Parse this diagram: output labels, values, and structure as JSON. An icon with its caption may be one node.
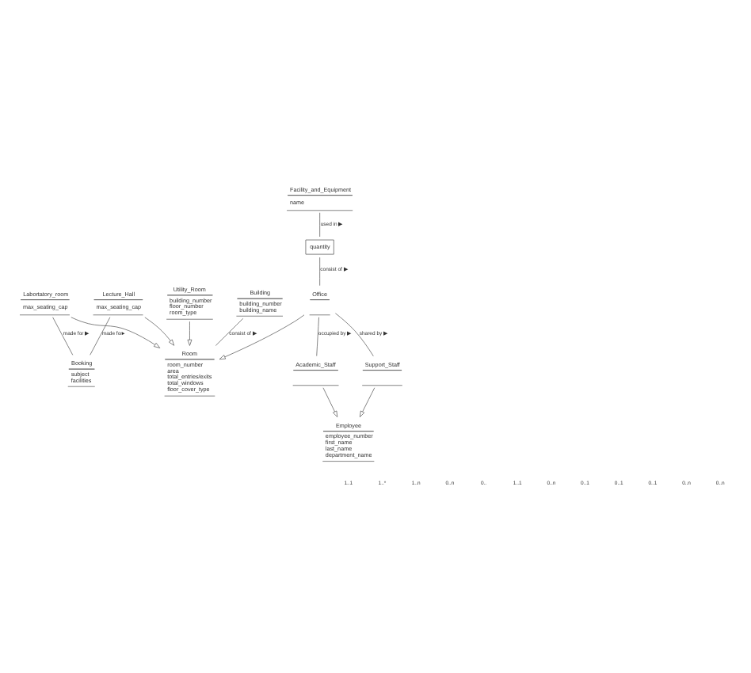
{
  "diagram": {
    "nodes": [
      {
        "text": [
          "Building",
          "building_number",
          "building_name"
        ]
      },
      {
        "text": [
          "Room",
          "room_number",
          "area",
          "total_entries/exits",
          "total_windows",
          "floor_cover_type"
        ]
      },
      {
        "text": [
          "Facility_and_Equipment",
          "name"
        ]
      },
      {
        "text": [
          "quantity"
        ]
      },
      {
        "text": [
          "Employee",
          "employee_number",
          "first_name",
          "last_name",
          "department_name"
        ]
      },
      {
        "text": [
          "Utility_Room",
          "building_number",
          "floor_number",
          "room_type"
        ]
      },
      {
        "text": [
          "Lecture_Hall",
          "max_seating_cap"
        ]
      },
      {
        "text": [
          "Labortatory_room",
          "max_seating_cap"
        ]
      },
      {
        "text": [
          "Office"
        ]
      },
      {
        "text": [
          "Academic_Staff"
        ]
      },
      {
        "text": [
          "Support_Staff"
        ]
      },
      {
        "text": [
          "Booking",
          "subject",
          "facilities"
        ]
      }
    ],
    "edges": [
      {
        "from": 0,
        "to": 1,
        "arrow": "none",
        "label": "consist of ▶"
      },
      {
        "from": 5,
        "to": 1,
        "arrow": "to"
      },
      {
        "from": 6,
        "to": 1,
        "arrow": "to"
      },
      {
        "from": 7,
        "to": 1,
        "arrow": "to"
      },
      {
        "from": 8,
        "to": 1,
        "arrow": "to"
      },
      {
        "from": 2,
        "to": 3,
        "arrow": "none",
        "label": "used in ▶"
      },
      {
        "from": 3,
        "to": 8,
        "arrow": "none",
        "label": "consist of ▶"
      },
      {
        "from": 8,
        "to": 10,
        "arrow": "none",
        "label": "shared by ▶"
      },
      {
        "from": 9,
        "to": 4,
        "arrow": "to"
      },
      {
        "from": 10,
        "to": 4,
        "arrow": "to"
      },
      {
        "from": 8,
        "to": 9,
        "arrow": "none",
        "label": "occupied by ▶"
      },
      {
        "from": 6,
        "to": 11,
        "arrow": "none",
        "label": "made for▸"
      },
      {
        "from": 7,
        "to": 11,
        "arrow": "none",
        "label": "made for ▶"
      }
    ],
    "labels": [
      "1..1",
      "1..*",
      "1..n",
      "0..n",
      "0..",
      "1..1",
      "0..n",
      "0..1",
      "0..1",
      "0..1",
      "0..n",
      "0..n"
    ]
  }
}
